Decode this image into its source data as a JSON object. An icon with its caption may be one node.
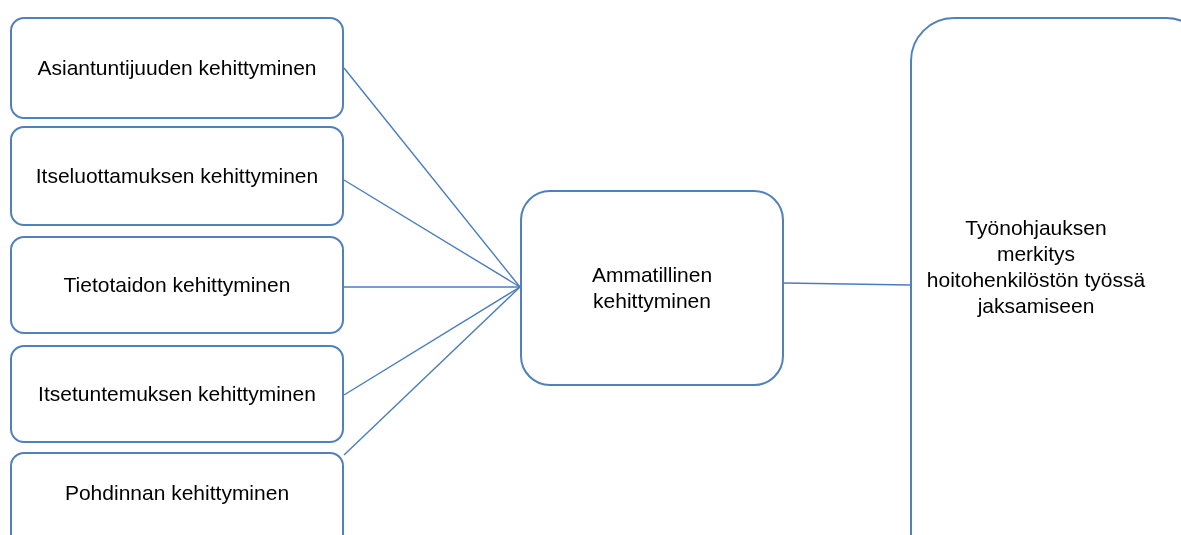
{
  "diagram": {
    "nodes": [
      {
        "text": [
          "Asiantuntijuuden kehittyminen"
        ]
      },
      {
        "text": [
          "Itseluottamuksen kehittyminen"
        ]
      },
      {
        "text": [
          "Tietotaidon kehittyminen"
        ]
      },
      {
        "text": [
          "Itsetuntemuksen kehittyminen"
        ]
      },
      {
        "text": [
          "Pohdinnan kehittyminen"
        ]
      },
      {
        "text": [
          "Ammatillinen kehittyminen"
        ]
      },
      {
        "text": [
          "Työnohjauksen merkitys hoitohenkilöstön työssä jaksamiseen"
        ]
      }
    ],
    "edges": [
      {
        "from": 0,
        "to": 5,
        "arrow": "none"
      },
      {
        "from": 1,
        "to": 5,
        "arrow": "none"
      },
      {
        "from": 2,
        "to": 5,
        "arrow": "none"
      },
      {
        "from": 3,
        "to": 5,
        "arrow": "none"
      },
      {
        "from": 4,
        "to": 5,
        "arrow": "none"
      },
      {
        "from": 5,
        "to": 6,
        "arrow": "none"
      }
    ]
  }
}
